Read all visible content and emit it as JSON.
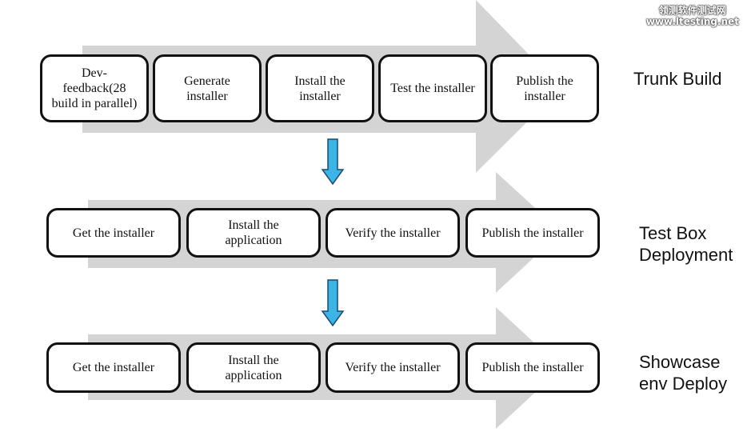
{
  "watermark": {
    "line1": "领测软件测试网",
    "line2": "www.ltesting.net"
  },
  "stages": [
    {
      "label": "Trunk Build",
      "steps": [
        "Dev-\nfeedback(28\nbuild in parallel)",
        "Generate\ninstaller",
        "Install the\ninstaller",
        "Test the installer",
        "Publish the\ninstaller"
      ]
    },
    {
      "label": "Test Box\nDeployment",
      "steps": [
        "Get the installer",
        "Install the\napplication",
        "Verify the installer",
        "Publish the installer"
      ]
    },
    {
      "label": "Showcase\nenv Deploy",
      "steps": [
        "Get the installer",
        "Install the\napplication",
        "Verify the installer",
        "Publish the installer"
      ]
    }
  ],
  "colors": {
    "arrow_band": "#d4d4d4",
    "connector_arrow": "#3cb4e6"
  }
}
